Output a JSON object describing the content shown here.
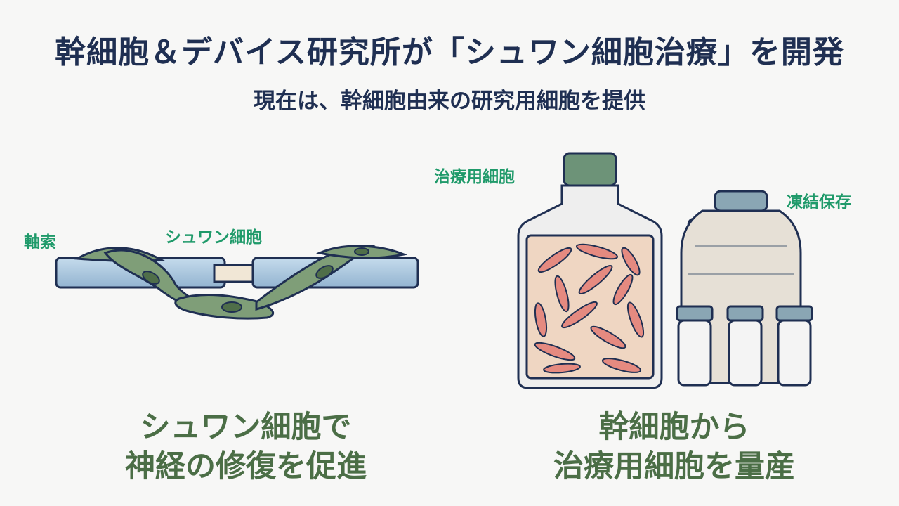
{
  "header": {
    "title": "幹細胞＆デバイス研究所が「シュワン細胞治療」を開発",
    "subtitle": "現在は、幹細胞由来の研究用細胞を提供"
  },
  "left_panel": {
    "label_axon": "軸索",
    "label_schwann": "シュワン細胞",
    "caption_line1": "シュワン細胞で",
    "caption_line2": "神経の修復を促進"
  },
  "right_panel": {
    "label_bottle": "治療用細胞",
    "label_frozen": "凍結保存",
    "caption_line1": "幹細胞から",
    "caption_line2": "治療用細胞を量産"
  },
  "colors": {
    "navy": "#1f2f52",
    "label_green": "#1f9a6a",
    "caption_green": "#4b6e46",
    "axon_blue": "#a9c6df",
    "cell_green": "#7f9e78",
    "cell_pink": "#e58a80"
  }
}
